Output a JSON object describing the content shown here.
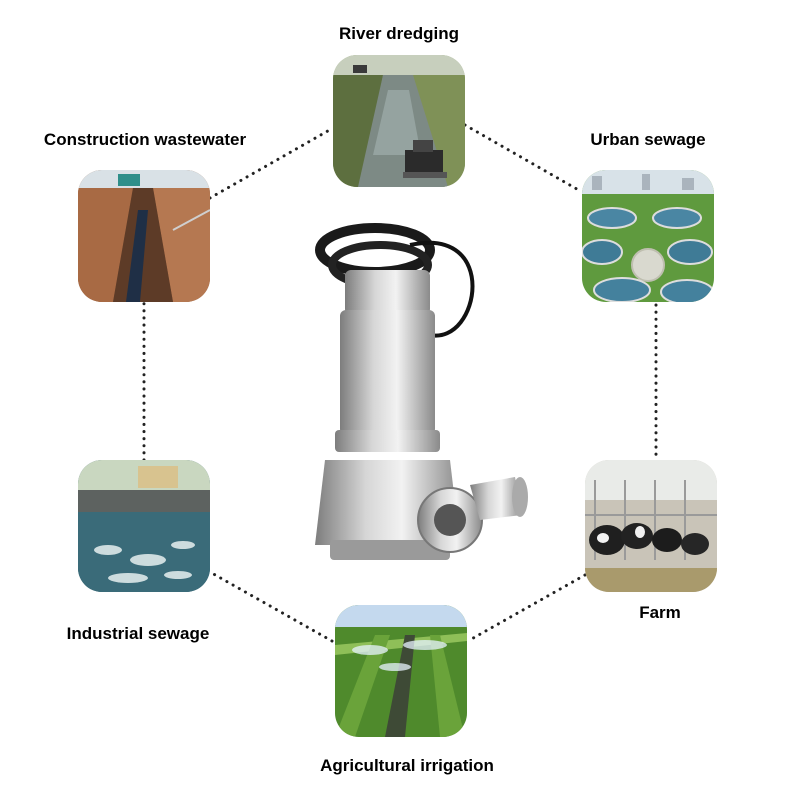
{
  "diagram": {
    "nodes": [
      {
        "id": "river",
        "label": "River dredging",
        "image": "river-canal-with-excavator"
      },
      {
        "id": "urban",
        "label": "Urban sewage",
        "image": "sewage-treatment-plant-aerial"
      },
      {
        "id": "farm",
        "label": "Farm",
        "image": "cattle-barn-with-cows"
      },
      {
        "id": "agri",
        "label": "Agricultural irrigation",
        "image": "crop-field-sprinklers"
      },
      {
        "id": "industrial",
        "label": "Industrial sewage",
        "image": "aeration-tank"
      },
      {
        "id": "construction",
        "label": "Construction wastewater",
        "image": "trench-with-excavator"
      }
    ],
    "center_image": "submersible-sewage-pump",
    "connector_style": "dotted"
  }
}
